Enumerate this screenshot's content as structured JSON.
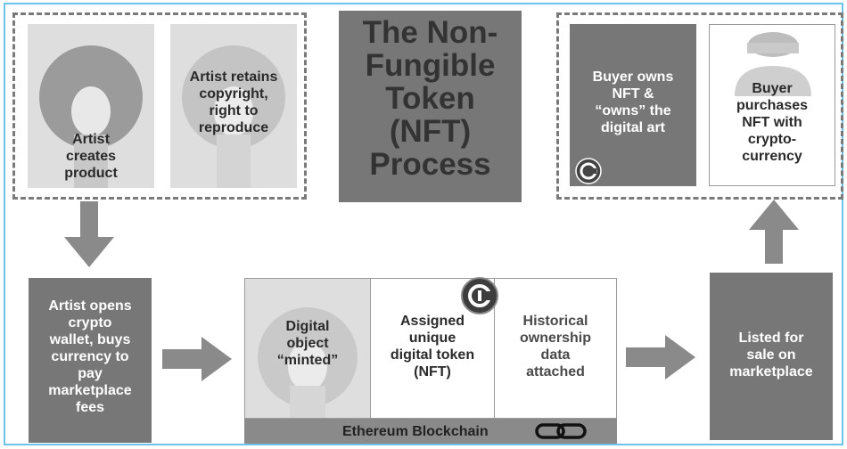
{
  "title": {
    "lines": [
      "The Non-",
      "Fungible",
      "Token",
      "(NFT)",
      "Process"
    ]
  },
  "steps": {
    "artist_creates": {
      "lines": [
        "Artist",
        "creates",
        "product"
      ]
    },
    "artist_retains": {
      "lines": [
        "Artist retains",
        "copyright,",
        "right to",
        "reproduce"
      ]
    },
    "buyer_owns": {
      "lines": [
        "Buyer owns",
        "NFT &",
        "“owns” the",
        "digital art"
      ]
    },
    "buyer_purchases": {
      "lines": [
        "Buyer",
        "purchases",
        "NFT with",
        "crypto-",
        "currency"
      ]
    },
    "artist_opens": {
      "lines": [
        "Artist opens",
        "crypto",
        "wallet, buys",
        "currency to",
        "pay",
        "marketplace",
        "fees"
      ]
    },
    "digital_object": {
      "lines": [
        "Digital",
        "object",
        "“minted”"
      ]
    },
    "assigned_token": {
      "lines": [
        "Assigned",
        "unique",
        "digital token",
        "(NFT)"
      ]
    },
    "historical": {
      "lines": [
        "Historical",
        "ownership",
        "data",
        "attached"
      ]
    },
    "listed": {
      "lines": [
        "Listed for",
        "sale on",
        "marketplace"
      ]
    }
  },
  "blockchain": {
    "label": "Ethereum Blockchain"
  },
  "icons": {
    "token": "crypto-token-icon",
    "chain": "chain-link-icon",
    "portrait": "artist-portrait-icon",
    "buyer": "buyer-avatar-icon",
    "arrow": "arrow-icon"
  },
  "colors": {
    "dark_box": "#777777",
    "light_box": "#dedede",
    "arrow": "#8a8a8a",
    "dashed_border": "#7a7a7a",
    "frame": "#6ec3ec"
  }
}
